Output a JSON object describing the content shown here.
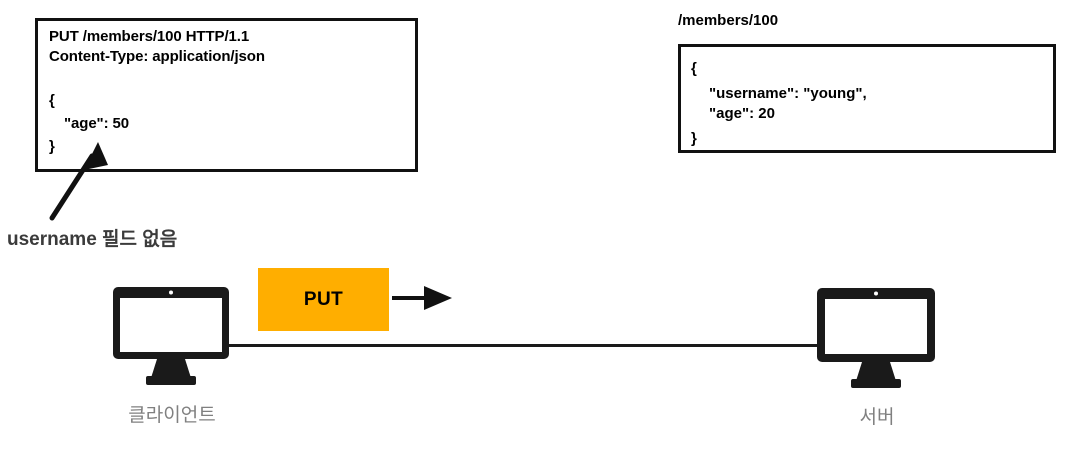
{
  "request_panel": {
    "lines": [
      "PUT /members/100 HTTP/1.1",
      "Content-Type: application/json",
      "{",
      "\"age\": 50",
      "}"
    ]
  },
  "resource_panel": {
    "path_label": "/members/100",
    "lines": [
      "{",
      "\"username\": \"young\",",
      "\"age\": 20",
      "}"
    ]
  },
  "annotation": {
    "note": "username 필드 없음"
  },
  "flow": {
    "method_label": "PUT"
  },
  "nodes": {
    "client_label": "클라이언트",
    "server_label": "서버"
  },
  "colors": {
    "method_badge": "#FFAE00",
    "stroke": "#111111",
    "node_label": "#808080",
    "note": "#3b3b3b"
  }
}
